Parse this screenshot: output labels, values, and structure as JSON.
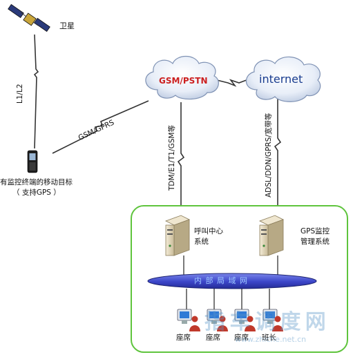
{
  "satellite": {
    "label": "卫星"
  },
  "links": {
    "l1l2": "L1/L2",
    "gsm_gprs": "GSM/GPRS",
    "tdm": "TDM/E1/T1/GSM等",
    "adsl": "ADSL/DDN/GPRS/宽带等"
  },
  "terminal": {
    "line1": "有监控终端的移动目标",
    "line2": "（ 支持GPS ）"
  },
  "clouds": {
    "gsm_pstn": "GSM/PSTN",
    "internet": "internet"
  },
  "servers": {
    "callcenter": [
      "呼叫中心",
      "系统"
    ],
    "gps": [
      "GPS监控",
      "管理系统"
    ]
  },
  "network": {
    "lan_label": "内 部 局 域 网"
  },
  "seats": [
    "座席",
    "座席",
    "座席",
    "班长"
  ],
  "watermark": {
    "main": "指 车 调 度 网",
    "url": "www.zhiche.net.cn"
  },
  "colors": {
    "green_border": "#5ec43c",
    "lan_fill": "#3b45c8",
    "cloud_red": "#cc1f1f",
    "cloud_blue": "#1a3d8f"
  }
}
